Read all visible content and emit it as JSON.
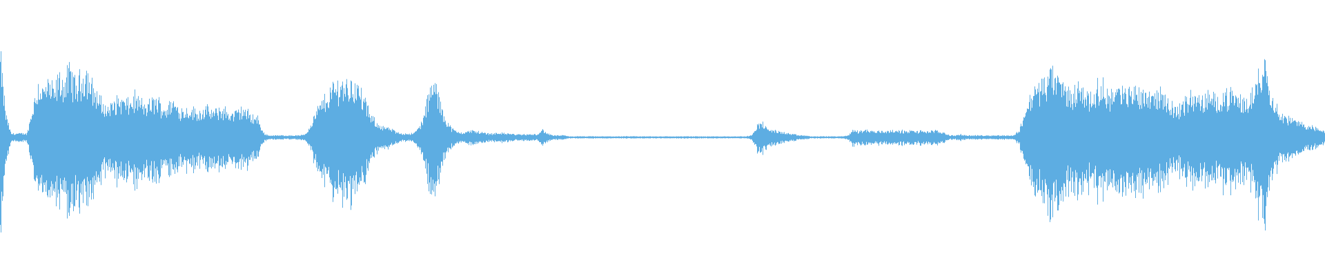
{
  "waveform": {
    "color": "#5DADE2",
    "background": "#ffffff",
    "amplitude_envelope": [
      0.85,
      0.25,
      0.04,
      0.04,
      0.04,
      0.04,
      0.3,
      0.55,
      0.5,
      0.55,
      0.48,
      0.62,
      0.58,
      0.7,
      0.55,
      0.62,
      0.7,
      0.55,
      0.45,
      0.35,
      0.3,
      0.35,
      0.4,
      0.38,
      0.35,
      0.42,
      0.38,
      0.32,
      0.36,
      0.4,
      0.34,
      0.3,
      0.38,
      0.32,
      0.28,
      0.3,
      0.28,
      0.26,
      0.3,
      0.28,
      0.26,
      0.3,
      0.28,
      0.24,
      0.26,
      0.3,
      0.26,
      0.22,
      0.2,
      0.05,
      0.02,
      0.02,
      0.02,
      0.02,
      0.02,
      0.02,
      0.02,
      0.04,
      0.15,
      0.28,
      0.36,
      0.44,
      0.52,
      0.56,
      0.58,
      0.55,
      0.58,
      0.48,
      0.38,
      0.22,
      0.16,
      0.12,
      0.1,
      0.08,
      0.05,
      0.04,
      0.04,
      0.04,
      0.1,
      0.22,
      0.48,
      0.58,
      0.35,
      0.2,
      0.1,
      0.06,
      0.05,
      0.06,
      0.07,
      0.06,
      0.05,
      0.04,
      0.04,
      0.05,
      0.04,
      0.04,
      0.03,
      0.03,
      0.03,
      0.03,
      0.03,
      0.08,
      0.04,
      0.02,
      0.02,
      0.02,
      0.01,
      0.01,
      0.01,
      0.01,
      0.01,
      0.01,
      0.01,
      0.01,
      0.01,
      0.01,
      0.01,
      0.01,
      0.01,
      0.01,
      0.01,
      0.01,
      0.01,
      0.01,
      0.01,
      0.01,
      0.01,
      0.01,
      0.01,
      0.01,
      0.01,
      0.01,
      0.01,
      0.01,
      0.01,
      0.01,
      0.01,
      0.01,
      0.01,
      0.01,
      0.02,
      0.12,
      0.16,
      0.08,
      0.08,
      0.06,
      0.05,
      0.04,
      0.03,
      0.02,
      0.02,
      0.01,
      0.01,
      0.01,
      0.01,
      0.01,
      0.01,
      0.01,
      0.02,
      0.08,
      0.06,
      0.08,
      0.07,
      0.06,
      0.07,
      0.06,
      0.08,
      0.06,
      0.07,
      0.06,
      0.07,
      0.06,
      0.07,
      0.06,
      0.07,
      0.06,
      0.05,
      0.02,
      0.02,
      0.03,
      0.02,
      0.02,
      0.02,
      0.02,
      0.02,
      0.02,
      0.02,
      0.02,
      0.02,
      0.02,
      0.08,
      0.28,
      0.4,
      0.52,
      0.55,
      0.6,
      0.68,
      0.62,
      0.55,
      0.48,
      0.45,
      0.55,
      0.5,
      0.42,
      0.48,
      0.55,
      0.5,
      0.45,
      0.52,
      0.48,
      0.45,
      0.52,
      0.48,
      0.5,
      0.45,
      0.48,
      0.44,
      0.45,
      0.35,
      0.3,
      0.32,
      0.38,
      0.45,
      0.42,
      0.38,
      0.44,
      0.4,
      0.42,
      0.44,
      0.46,
      0.42,
      0.4,
      0.38,
      0.4,
      0.55,
      0.75,
      0.8,
      0.45,
      0.3,
      0.24,
      0.2,
      0.18,
      0.16,
      0.14,
      0.12,
      0.1,
      0.08,
      0.07
    ]
  }
}
